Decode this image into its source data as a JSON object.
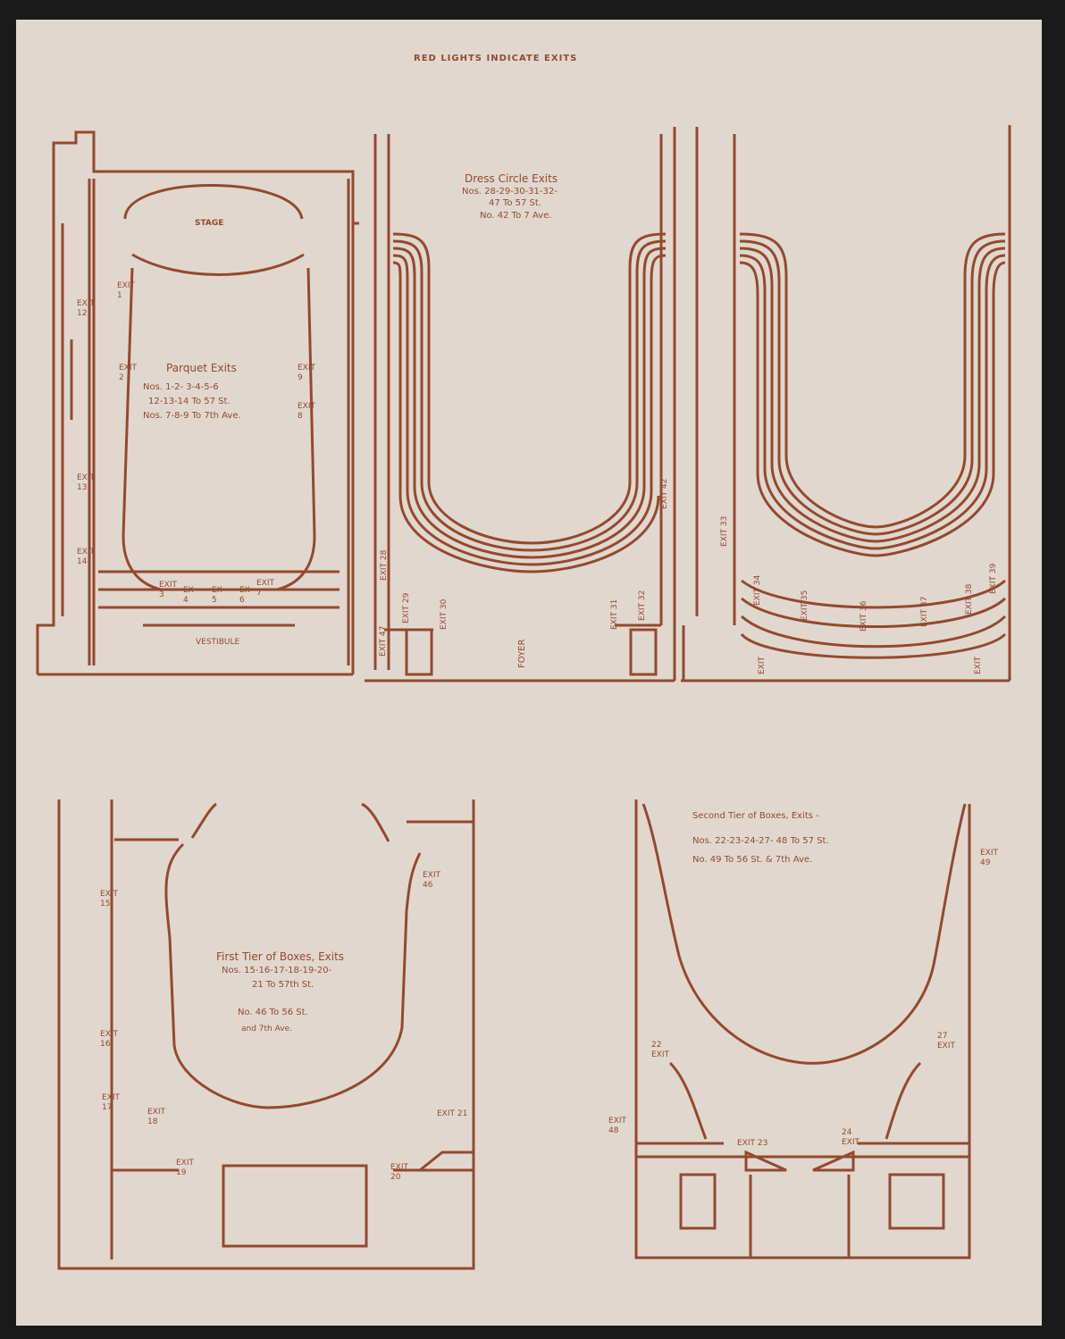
{
  "header": "RED LIGHTS INDICATE EXITS",
  "colors": {
    "ink": "#94492f",
    "paper": "#e0d8cf",
    "background": "#1a1a1a"
  },
  "parquet": {
    "title": "Parquet Exits",
    "lines": [
      "Nos. 1-2- 3-4-5-6",
      "12-13-14 To 57 St.",
      "Nos. 7-8-9 To 7th Ave."
    ],
    "stage": "STAGE",
    "vestibule": "VESTIBULE",
    "exits": {
      "e1": "EXIT\n1",
      "e2": "EXIT\n2",
      "e9": "EXIT\n9",
      "e8": "EXIT\n8",
      "e12": "EXIT\n12",
      "e13": "EXIT\n13",
      "e14": "EXIT\n14",
      "e3": "EXIT\n3",
      "e4": "EX\n4",
      "e5": "EX\n5",
      "e6": "EX\n6",
      "e7": "EXIT\n7"
    }
  },
  "dress_circle": {
    "title": "Dress Circle Exits",
    "lines": [
      "Nos. 28-29-30-31-32-",
      "47 To 57 St.",
      "No. 42 To 7 Ave."
    ],
    "foyer": "FOYER",
    "exits": {
      "e28": "EXIT 28",
      "e47": "EXIT 47",
      "e29": "EXIT 29",
      "e30": "EXIT 30",
      "e31": "EXIT 31",
      "e32": "EXIT 32",
      "e42": "EXIT 42"
    }
  },
  "balcony": {
    "exits": {
      "e33": "EXIT 33",
      "e34": "EXIT 34",
      "e35": "EXIT 35",
      "e36": "EXIT 36",
      "e37": "EXIT 37",
      "e38": "EXIT 38",
      "e39": "EXIT 39",
      "ebl": "EXIT",
      "ebr": "EXIT"
    }
  },
  "first_tier": {
    "title": "First Tier of Boxes, Exits",
    "lines": [
      "Nos. 15-16-17-18-19-20-",
      "21 To 57th St.",
      "No. 46 To 56 St.",
      "and 7th Ave."
    ],
    "exits": {
      "e15": "EXIT\n15",
      "e16": "EXIT\n16",
      "e17": "EXIT\n17",
      "e18": "EXIT\n18",
      "e19": "EXIT\n19",
      "e20": "EXIT\n20",
      "e21": "EXIT 21",
      "e46": "EXIT\n46"
    }
  },
  "second_tier": {
    "title": "Second Tier of Boxes, Exits -",
    "lines": [
      "Nos. 22-23-24-27- 48 To 57 St.",
      "No. 49 To 56 St. & 7th Ave."
    ],
    "exits": {
      "e22": "22\nEXIT",
      "e27": "27\nEXIT",
      "e48": "EXIT\n48",
      "e49": "EXIT\n49",
      "e23": "EXIT 23",
      "e24": "24\nEXIT"
    }
  }
}
